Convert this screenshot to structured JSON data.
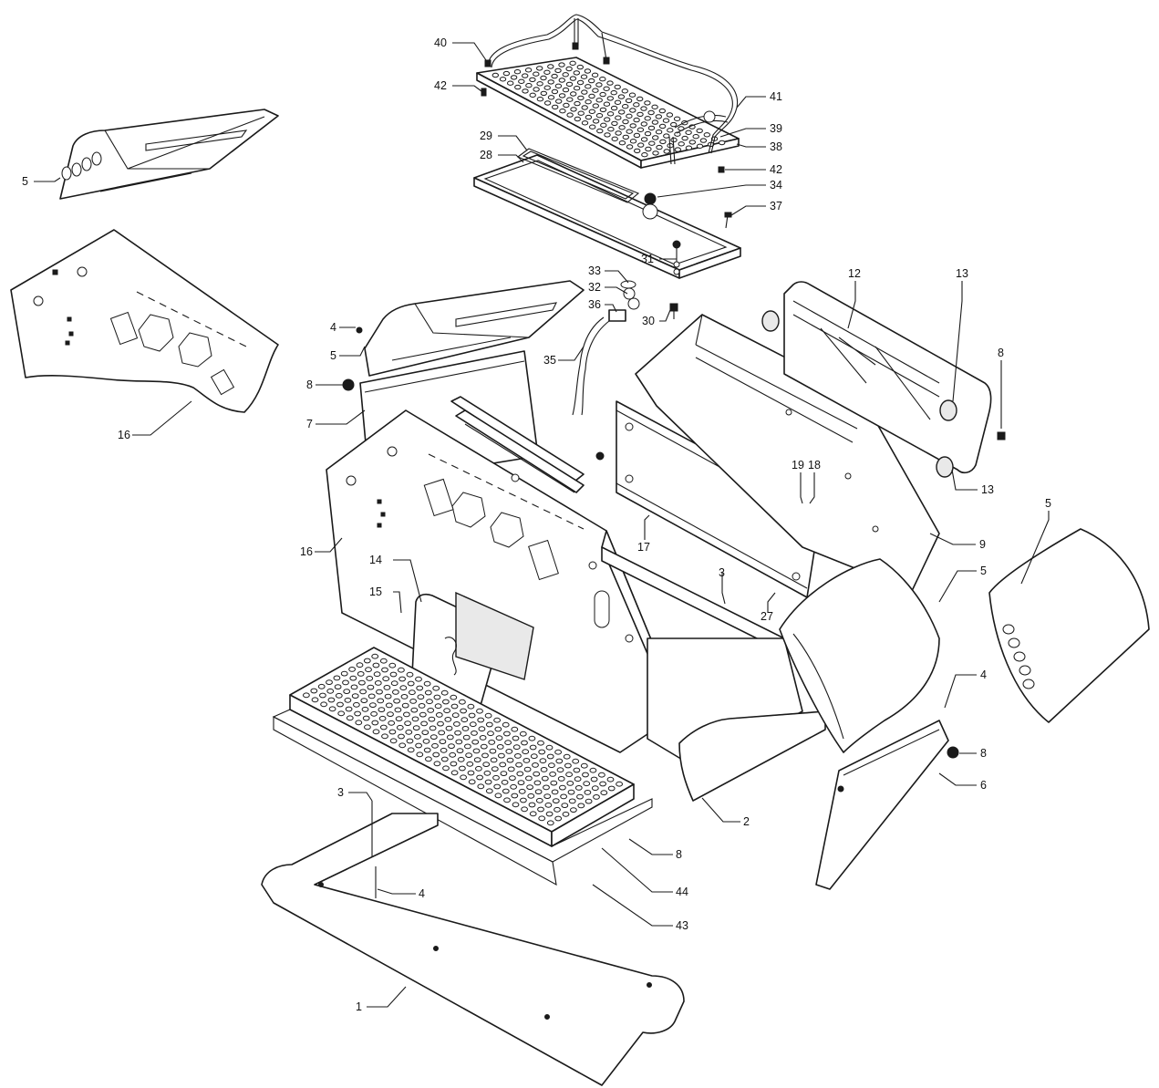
{
  "callouts": [
    {
      "id": "c40",
      "label": "40"
    },
    {
      "id": "c42a",
      "label": "42"
    },
    {
      "id": "c41",
      "label": "41"
    },
    {
      "id": "c39",
      "label": "39"
    },
    {
      "id": "c38",
      "label": "38"
    },
    {
      "id": "c29",
      "label": "29"
    },
    {
      "id": "c28",
      "label": "28"
    },
    {
      "id": "c42b",
      "label": "42"
    },
    {
      "id": "c34",
      "label": "34"
    },
    {
      "id": "c37",
      "label": "37"
    },
    {
      "id": "c5a",
      "label": "5"
    },
    {
      "id": "c31",
      "label": "31"
    },
    {
      "id": "c33",
      "label": "33"
    },
    {
      "id": "c32",
      "label": "32"
    },
    {
      "id": "c36",
      "label": "36"
    },
    {
      "id": "c30",
      "label": "30"
    },
    {
      "id": "c12",
      "label": "12"
    },
    {
      "id": "c13a",
      "label": "13"
    },
    {
      "id": "c4a",
      "label": "4"
    },
    {
      "id": "c5b",
      "label": "5"
    },
    {
      "id": "c35",
      "label": "35"
    },
    {
      "id": "c8a",
      "label": "8"
    },
    {
      "id": "c7",
      "label": "7"
    },
    {
      "id": "c16a",
      "label": "16"
    },
    {
      "id": "c8b",
      "label": "8"
    },
    {
      "id": "c13b",
      "label": "13"
    },
    {
      "id": "c19",
      "label": "19"
    },
    {
      "id": "c18",
      "label": "18"
    },
    {
      "id": "c5c",
      "label": "5"
    },
    {
      "id": "c16b",
      "label": "16"
    },
    {
      "id": "c14",
      "label": "14"
    },
    {
      "id": "c17",
      "label": "17"
    },
    {
      "id": "c9",
      "label": "9"
    },
    {
      "id": "c15",
      "label": "15"
    },
    {
      "id": "c3a",
      "label": "3"
    },
    {
      "id": "c5d",
      "label": "5"
    },
    {
      "id": "c27",
      "label": "27"
    },
    {
      "id": "c4b",
      "label": "4"
    },
    {
      "id": "c8c",
      "label": "8"
    },
    {
      "id": "c6",
      "label": "6"
    },
    {
      "id": "c2",
      "label": "2"
    },
    {
      "id": "c3b",
      "label": "3"
    },
    {
      "id": "c8d",
      "label": "8"
    },
    {
      "id": "c4c",
      "label": "4"
    },
    {
      "id": "c44",
      "label": "44"
    },
    {
      "id": "c43",
      "label": "43"
    },
    {
      "id": "c1",
      "label": "1"
    }
  ]
}
